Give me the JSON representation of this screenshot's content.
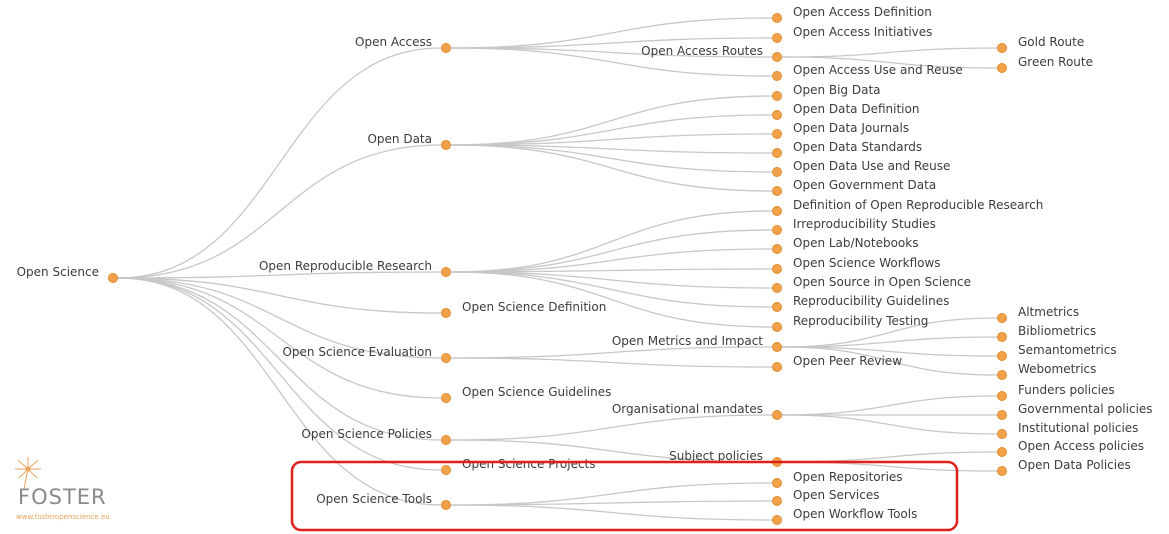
{
  "diagram": {
    "root": "Open Science",
    "branches": [
      {
        "label": "Open Access",
        "children": [
          {
            "label": "Open Access Definition"
          },
          {
            "label": "Open Access Initiatives"
          },
          {
            "label": "Open Access Routes",
            "children": [
              {
                "label": "Gold Route"
              },
              {
                "label": "Green Route"
              }
            ]
          },
          {
            "label": "Open Access Use and Reuse"
          }
        ]
      },
      {
        "label": "Open Data",
        "children": [
          {
            "label": "Open Big Data"
          },
          {
            "label": "Open Data Definition"
          },
          {
            "label": "Open Data Journals"
          },
          {
            "label": "Open Data Standards"
          },
          {
            "label": "Open Data Use and Reuse"
          },
          {
            "label": "Open Government Data"
          }
        ]
      },
      {
        "label": "Open Reproducible Research",
        "children": [
          {
            "label": "Definition of Open Reproducible Research"
          },
          {
            "label": "Irreproducibility Studies"
          },
          {
            "label": "Open Lab/Notebooks"
          },
          {
            "label": "Open Science Workflows"
          },
          {
            "label": "Open Source in Open Science"
          },
          {
            "label": "Reproducibility Guidelines"
          },
          {
            "label": "Reproducibility Testing"
          }
        ]
      },
      {
        "label": "Open Science Definition"
      },
      {
        "label": "Open Science Evaluation",
        "children": [
          {
            "label": "Open Metrics and Impact",
            "children": [
              {
                "label": "Altmetrics"
              },
              {
                "label": "Bibliometrics"
              },
              {
                "label": "Semantometrics"
              },
              {
                "label": "Webometrics"
              }
            ]
          },
          {
            "label": "Open Peer Review"
          }
        ]
      },
      {
        "label": "Open Science Guidelines"
      },
      {
        "label": "Open Science Policies",
        "children": [
          {
            "label": "Organisational mandates",
            "children": [
              {
                "label": "Funders policies"
              },
              {
                "label": "Governmental policies"
              },
              {
                "label": "Institutional policies"
              }
            ]
          },
          {
            "label": "Subject policies",
            "children": [
              {
                "label": "Open Access policies"
              },
              {
                "label": "Open Data Policies"
              }
            ]
          }
        ]
      },
      {
        "label": "Open Science Projects"
      },
      {
        "label": "Open Science Tools",
        "children": [
          {
            "label": "Open Repositories"
          },
          {
            "label": "Open Services"
          },
          {
            "label": "Open Workflow Tools"
          }
        ]
      }
    ],
    "highlighted_branch": "Open Science Tools"
  },
  "logo": {
    "wordmark": "FOSTER",
    "website": "www.fosteropenscience.eu"
  },
  "colors": {
    "node": "#f0a24a",
    "link": "#c7c7c7",
    "highlight": "#e0211b",
    "text": "#3c3c3c"
  }
}
